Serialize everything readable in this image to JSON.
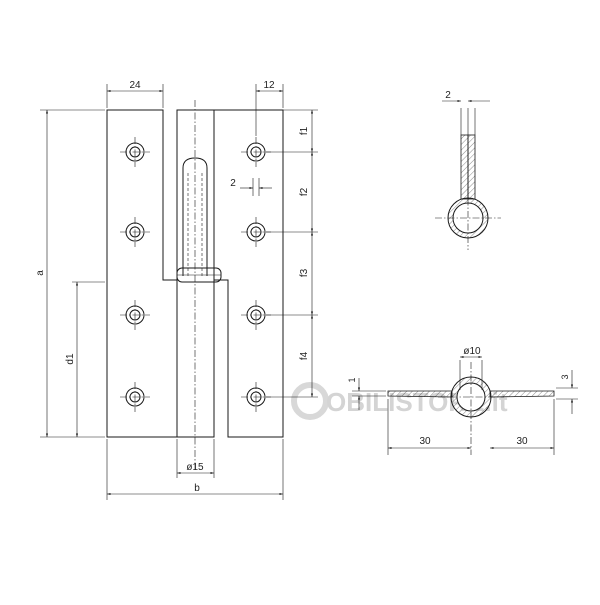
{
  "front_view": {
    "dim_top_left": "24",
    "dim_top_right": "12",
    "dim_offset": "2",
    "dim_height": "a",
    "dim_lower": "d1",
    "dim_width": "b",
    "dim_pin": "ø15",
    "pitch_labels": [
      "f1",
      "f2",
      "f3",
      "f4"
    ]
  },
  "side_view": {
    "dim_thickness": "2"
  },
  "bottom_view": {
    "dim_pin": "ø10",
    "dim_left_len": "30",
    "dim_right_len": "30",
    "dim_plate": "1",
    "dim_height": "3"
  },
  "watermark": "OBILISTORE.it"
}
